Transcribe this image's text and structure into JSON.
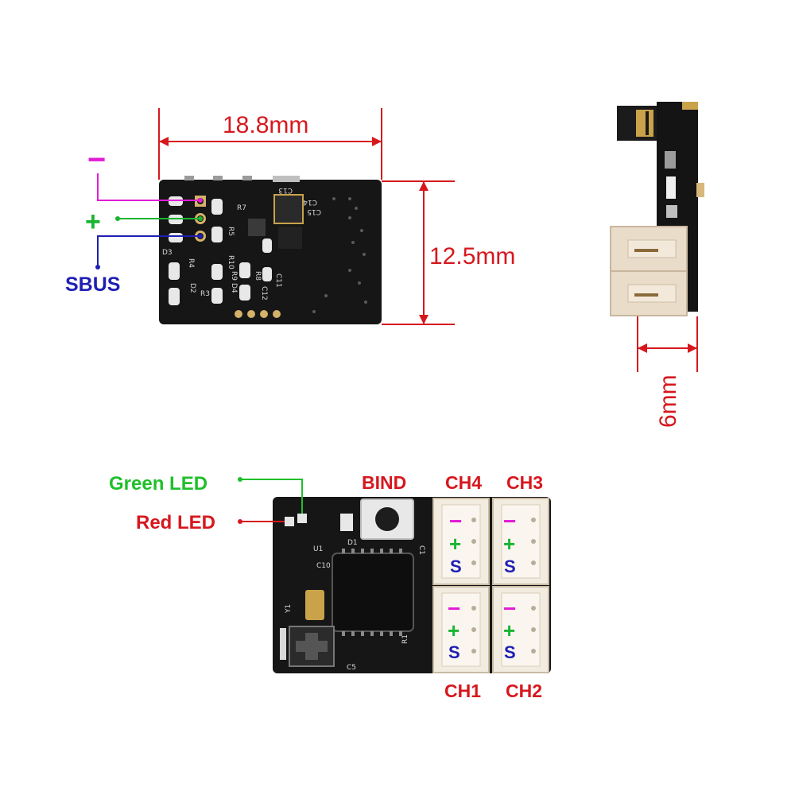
{
  "dimensions": {
    "width": "18.8mm",
    "height": "12.5mm",
    "thickness": "6mm"
  },
  "pin_labels": {
    "minus": "−",
    "plus": "+",
    "sbus": "SBUS"
  },
  "led_labels": {
    "green": "Green LED",
    "red": "Red LED"
  },
  "button_label": "BIND",
  "channels": {
    "ch4": "CH4",
    "ch3": "CH3",
    "ch1": "CH1",
    "ch2": "CH2"
  },
  "connector_pins": {
    "minus": "−",
    "plus": "+",
    "signal": "S"
  },
  "silkscreen": {
    "c13": "C13",
    "r7": "R7",
    "c14": "C14",
    "c15": "C15",
    "d3": "D3",
    "r4": "R4",
    "r10": "R10",
    "r9": "R9",
    "r5": "R5",
    "d2": "D2",
    "r3": "R3",
    "d4": "D4",
    "r8": "R8",
    "c11": "C11",
    "c12": "C12",
    "d1": "D1",
    "u1": "U1",
    "c10": "C10",
    "c1": "C1",
    "r1": "R1",
    "c5": "C5",
    "y1": "Y1"
  },
  "colors": {
    "dimension": "#d6181e",
    "minus": "#e21bd6",
    "plus": "#19b530",
    "sbus": "#1f1fb4",
    "green_led": "#1fbf2a",
    "red_led": "#d6181e",
    "pcb": "#161616"
  }
}
